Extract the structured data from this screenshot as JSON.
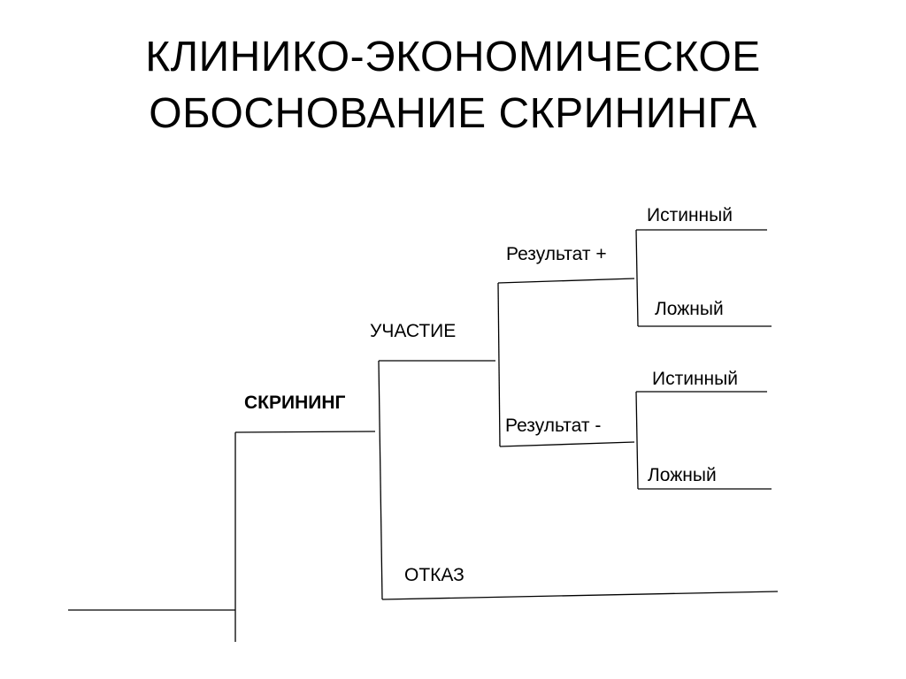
{
  "slide": {
    "title_line_1": "КЛИНИКО-ЭКОНОМИЧЕСКОЕ",
    "title_line_2": "ОБОСНОВАНИЕ СКРИНИНГА"
  },
  "tree": {
    "root": "СКРИНИНГ",
    "participation": "УЧАСТИЕ",
    "refusal": "ОТКАЗ",
    "result_positive": "Результат +",
    "result_negative": "Результат -",
    "pos_true": "Истинный",
    "pos_false": "Ложный",
    "neg_true": "Истинный",
    "neg_false": "Ложный"
  },
  "colors": {
    "line": "#000000",
    "text": "#000000",
    "background": "#ffffff"
  }
}
